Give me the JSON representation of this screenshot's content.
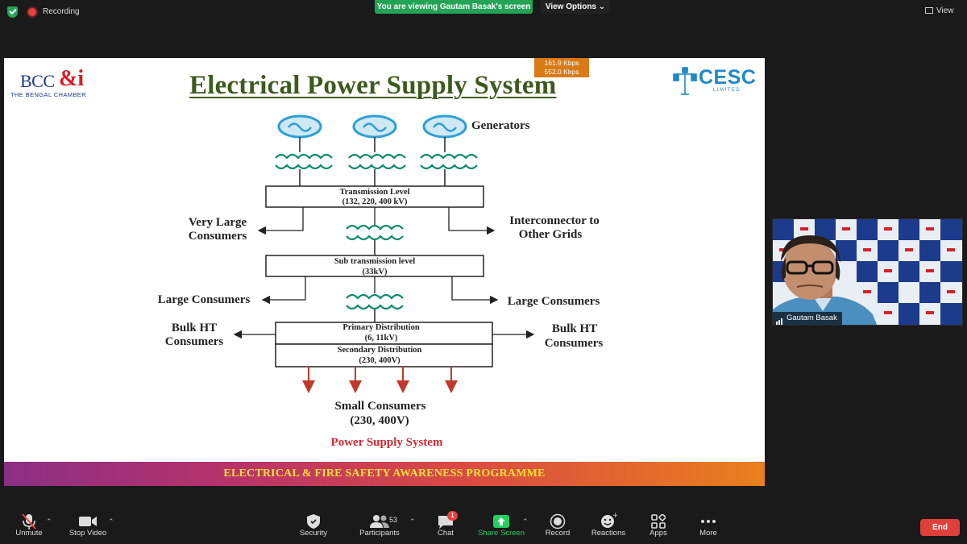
{
  "topbar": {
    "recording_label": "Recording",
    "viewing_banner": "You are viewing Gautam Basak's screen",
    "view_options_label": "View Options",
    "view_label": "View"
  },
  "slide": {
    "title": "Electrical Power Supply System",
    "bcc_logo": {
      "text": "BCC",
      "amp": "&i",
      "sub": "THE BENGAL CHAMBER"
    },
    "cesc_logo": {
      "text": "CESC",
      "sub": "LIMITED"
    },
    "network_stats": [
      "161.9 Kbps",
      "552.0 Kbps"
    ],
    "diagram": {
      "generators_label": "Generators",
      "transmission_label": "Transmission Level",
      "transmission_voltage": "(132, 220, 400 kV)",
      "very_large_consumers": [
        "Very Large",
        "Consumers"
      ],
      "interconnector": [
        "Interconnector to",
        "Other Grids"
      ],
      "sub_transmission_label": "Sub transmission level",
      "sub_transmission_voltage": "(33kV)",
      "large_consumers_left": "Large Consumers",
      "large_consumers_right": "Large Consumers",
      "bulk_ht_left": [
        "Bulk HT",
        "Consumers"
      ],
      "bulk_ht_right": [
        "Bulk HT",
        "Consumers"
      ],
      "primary_distribution_label": "Primary Distribution",
      "primary_distribution_voltage": "(6, 11kV)",
      "secondary_distribution_label": "Secondary Distribution",
      "secondary_distribution_voltage": "(230, 400V)",
      "small_consumers_label": "Small Consumers",
      "small_consumers_voltage": "(230, 400V)",
      "caption": "Power Supply System"
    },
    "banner": "ELECTRICAL & FIRE SAFETY AWARENESS PROGRAMME"
  },
  "participant": {
    "name": "Gautam Basak"
  },
  "toolbar": {
    "items": [
      {
        "label": "Unmute"
      },
      {
        "label": "Stop Video"
      },
      {
        "label": "Security"
      },
      {
        "label": "Participants",
        "count": "53"
      },
      {
        "label": "Chat",
        "badge": "1"
      },
      {
        "label": "Share Screen"
      },
      {
        "label": "Record"
      },
      {
        "label": "Reactions"
      },
      {
        "label": "Apps"
      },
      {
        "label": "More"
      }
    ],
    "end_label": "End"
  },
  "colors": {
    "zoom_green": "#23a455",
    "title_green": "#3d5a1e",
    "generator_blue": "#2d9fd3",
    "transformer_teal": "#0e8c6c",
    "caption_red": "#d8262e",
    "banner_yellow": "#ffe135",
    "end_red": "#e0403b"
  },
  "icons": [
    "shield-check-icon",
    "record-dot-icon",
    "view-grid-icon",
    "mic-muted-icon",
    "video-camera-icon",
    "security-shield-icon",
    "participants-icon",
    "chat-bubble-icon",
    "share-screen-arrow-icon",
    "record-icon",
    "reaction-smile-icon",
    "apps-icon",
    "more-dots-icon",
    "signal-bars-icon"
  ]
}
